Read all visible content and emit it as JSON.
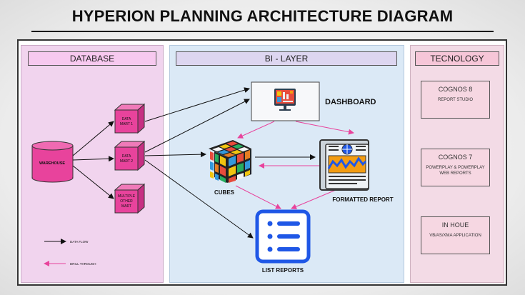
{
  "title": "HYPERION PLANNING ARCHITECTURE DIAGRAM",
  "panels": {
    "database": "DATABASE",
    "bi_layer": "BI - LAYER",
    "technology": "TECNOLOGY"
  },
  "database": {
    "warehouse": "WAREHOUSE",
    "marts": [
      {
        "line1": "DATA",
        "line2": "MART 1"
      },
      {
        "line1": "DATA",
        "line2": "MART 2"
      },
      {
        "line1": "MULTIPLE",
        "line2": "OTHER",
        "line3": "MART"
      }
    ],
    "legend": {
      "data_flow": "DATA FLOW",
      "drill_through": "DRILL THROUGH"
    }
  },
  "bi_layer": {
    "dashboard": "DASHBOARD",
    "cubes": "CUBES",
    "formatted_report": "FORMATTED REPORT",
    "list_reports": "LIST REPORTS"
  },
  "technology": [
    {
      "name": "COGNOS 8",
      "detail": "REPORT STUDIO"
    },
    {
      "name": "COGNOS 7",
      "detail": "POWERPLAY & POWERPLAY WEB REPORTS"
    },
    {
      "name": "IN HOUE",
      "detail": "VB/AS/XMA APPLICATION"
    }
  ],
  "colors": {
    "database_panel": "#f1d4ee",
    "bi_panel": "#dbe9f6",
    "tech_panel": "#f3dbe6",
    "node_magenta": "#e8439c",
    "data_flow": "#111111",
    "drill_through": "#e8439c",
    "list_reports_blue": "#1f57e6"
  }
}
